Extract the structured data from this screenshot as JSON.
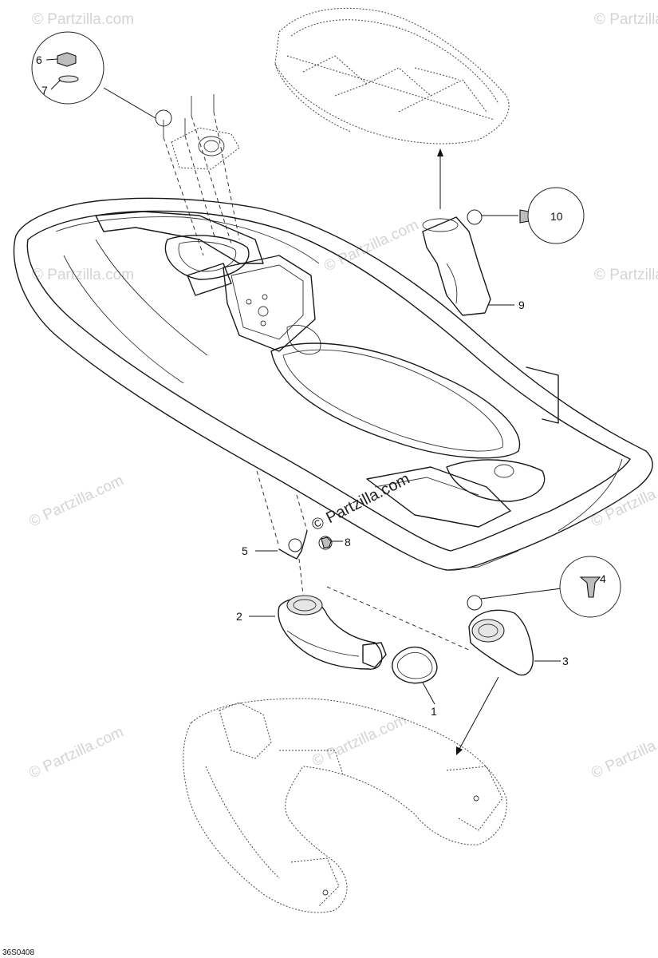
{
  "diagram": {
    "callouts": [
      "1",
      "2",
      "3",
      "4",
      "5",
      "6",
      "7",
      "8",
      "9",
      "10"
    ],
    "watermark": "© Partzilla.com",
    "reference_code": "36S0408"
  }
}
